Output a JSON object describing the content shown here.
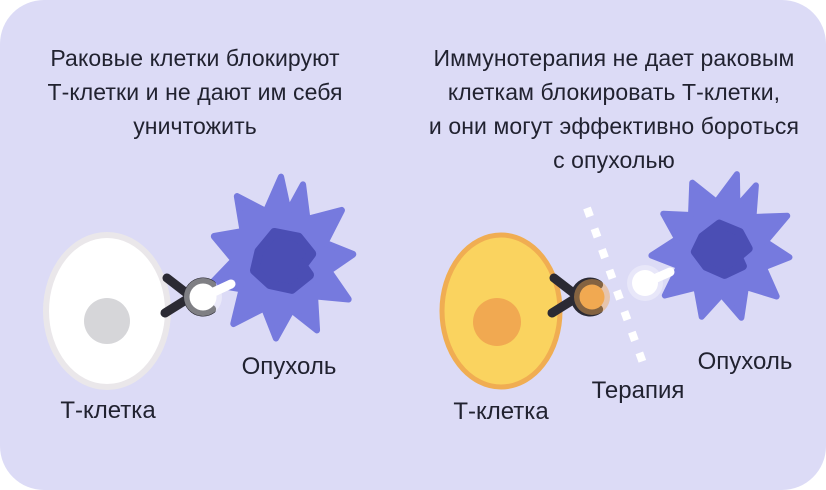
{
  "left_panel": {
    "headline_lines": [
      "Раковые клетки блокируют",
      "Т-клетки и не дают им себя",
      "уничтожить"
    ],
    "tcell_label": "Т-клетка",
    "tumor_label": "Опухоль"
  },
  "right_panel": {
    "headline_lines": [
      "Иммунотерапия не дает раковым",
      "клеткам блокировать Т-клетки,",
      "и они могут эффективно бороться",
      "с опухолью"
    ],
    "tcell_label": "Т-клетка",
    "therapy_label": "Терапия",
    "tumor_label": "Опухоль"
  },
  "colors": {
    "page_background": "#ffffff",
    "panel_background": "#dcdbf6",
    "text": "#212230",
    "tumor_body": "#767ade",
    "tumor_nucleus": "#4b4eb4",
    "tcell_white_body": "#ffffff",
    "tcell_white_glow": "#f1eee3",
    "tcell_white_nucleus": "#d6d6d9",
    "tcell_yellow_body": "#fad35f",
    "tcell_yellow_stroke": "#f0ad52",
    "tcell_yellow_nucleus": "#f1a951",
    "antigen_orange": "#f1a951",
    "receptor_black": "#2b2a33",
    "therapy_dash": "#ffffff",
    "connector_white": "#ffffff"
  }
}
